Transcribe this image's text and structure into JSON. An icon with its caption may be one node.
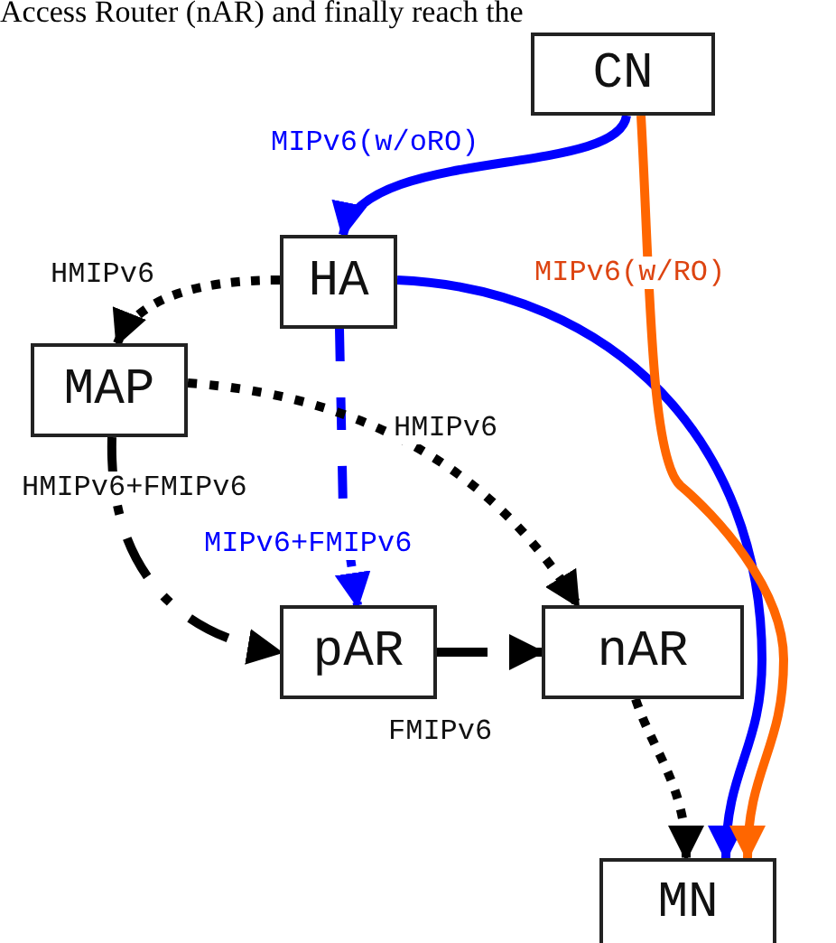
{
  "diagram": {
    "nodes": [
      {
        "text": [
          "CN"
        ]
      },
      {
        "text": [
          "HA"
        ]
      },
      {
        "text": [
          "MAP"
        ]
      },
      {
        "text": [
          "pAR"
        ]
      },
      {
        "text": [
          "nAR"
        ]
      },
      {
        "text": [
          "MN"
        ]
      }
    ],
    "edges": [
      {
        "from": 0,
        "to": 1,
        "arrow": "to",
        "label": "MIPv6(w/oRO)",
        "color": "#0000ff"
      },
      {
        "from": 1,
        "to": 5,
        "arrow": "to",
        "color": "#0000ff"
      },
      {
        "from": 0,
        "to": 5,
        "arrow": "to",
        "label": "MIPv6(w/RO)",
        "color": "#ff6600"
      },
      {
        "from": 1,
        "to": 2,
        "arrow": "to",
        "label": "HMIPv6",
        "style": "dashed"
      },
      {
        "from": 1,
        "to": 3,
        "arrow": "to",
        "label": "MIPv6+FMIPv6",
        "style": "dashed",
        "color": "#0000ff"
      },
      {
        "from": 2,
        "to": 4,
        "arrow": "to",
        "label": "HMIPv6",
        "style": "dashed"
      },
      {
        "from": 2,
        "to": 3,
        "arrow": "to",
        "label": "HMIPv6+FMIPv6",
        "style": "dashed"
      },
      {
        "from": 3,
        "to": 4,
        "arrow": "to",
        "label": "FMIPv6",
        "style": "dashed"
      },
      {
        "from": 4,
        "to": 5,
        "arrow": "to",
        "style": "dashed"
      }
    ],
    "labels": [
      "Access Router (nAR) and finally reach the"
    ]
  }
}
